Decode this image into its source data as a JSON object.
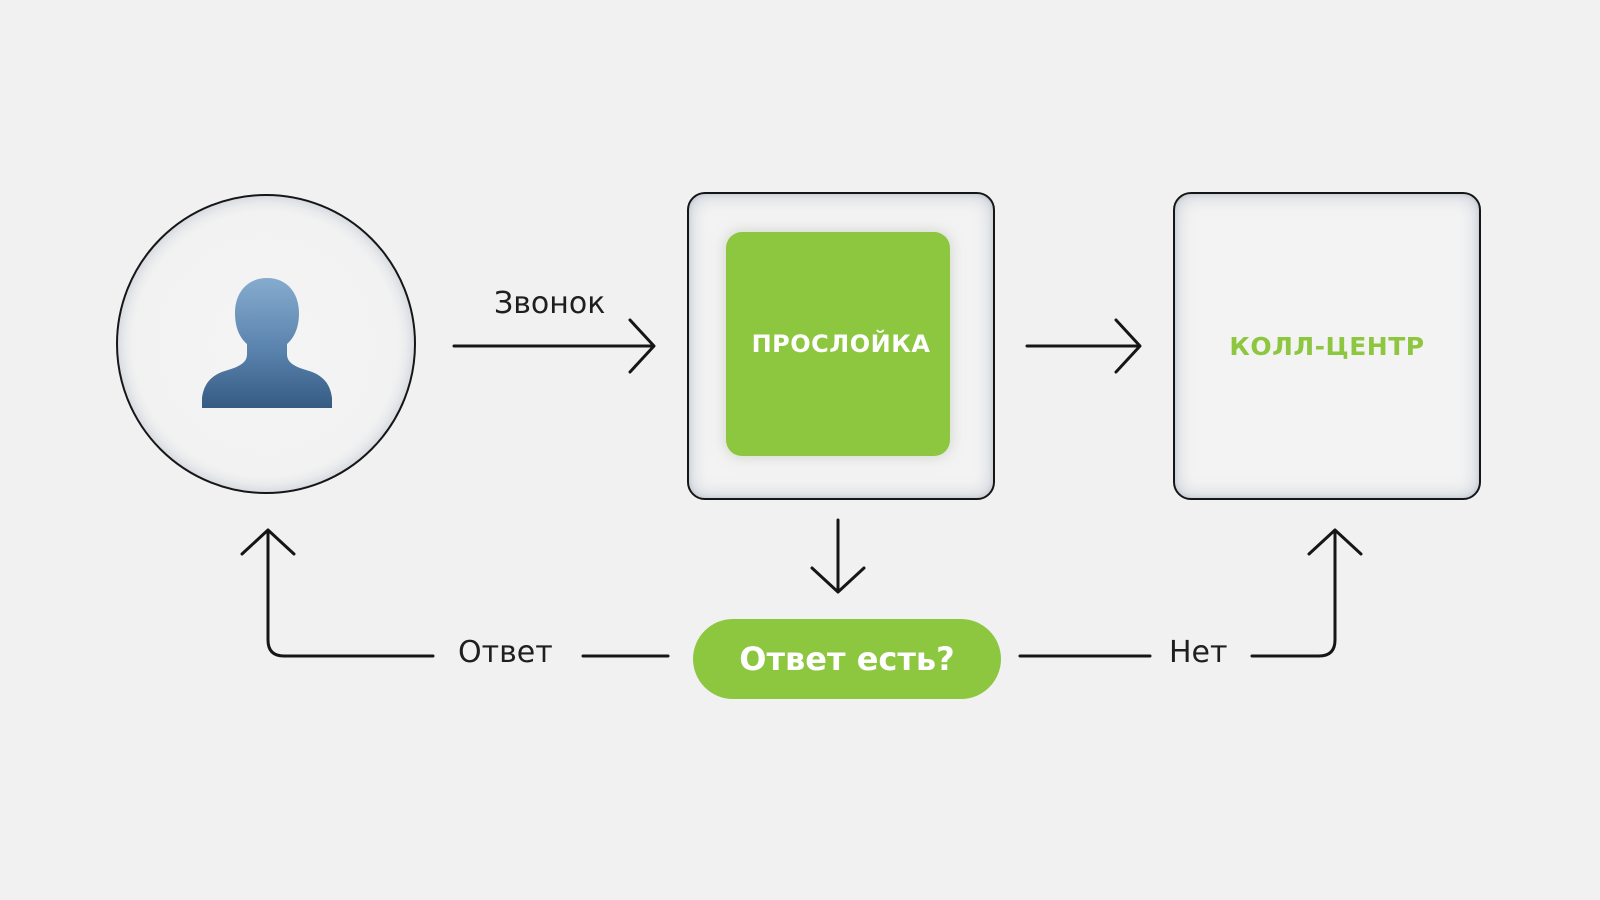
{
  "nodes": {
    "user": {
      "icon": "user-silhouette-icon"
    },
    "layer": {
      "label": "ПРОСЛОЙКА"
    },
    "call_center": {
      "label": "КОЛЛ-ЦЕНТР"
    },
    "decision": {
      "label": "Ответ есть?"
    }
  },
  "edges": {
    "call": "Звонок",
    "answer": "Ответ",
    "no": "Нет"
  },
  "colors": {
    "accent_green": "#8dc63f",
    "outline": "#161616",
    "background": "#f1f1f1",
    "avatar_blue": "#4e77a0"
  }
}
